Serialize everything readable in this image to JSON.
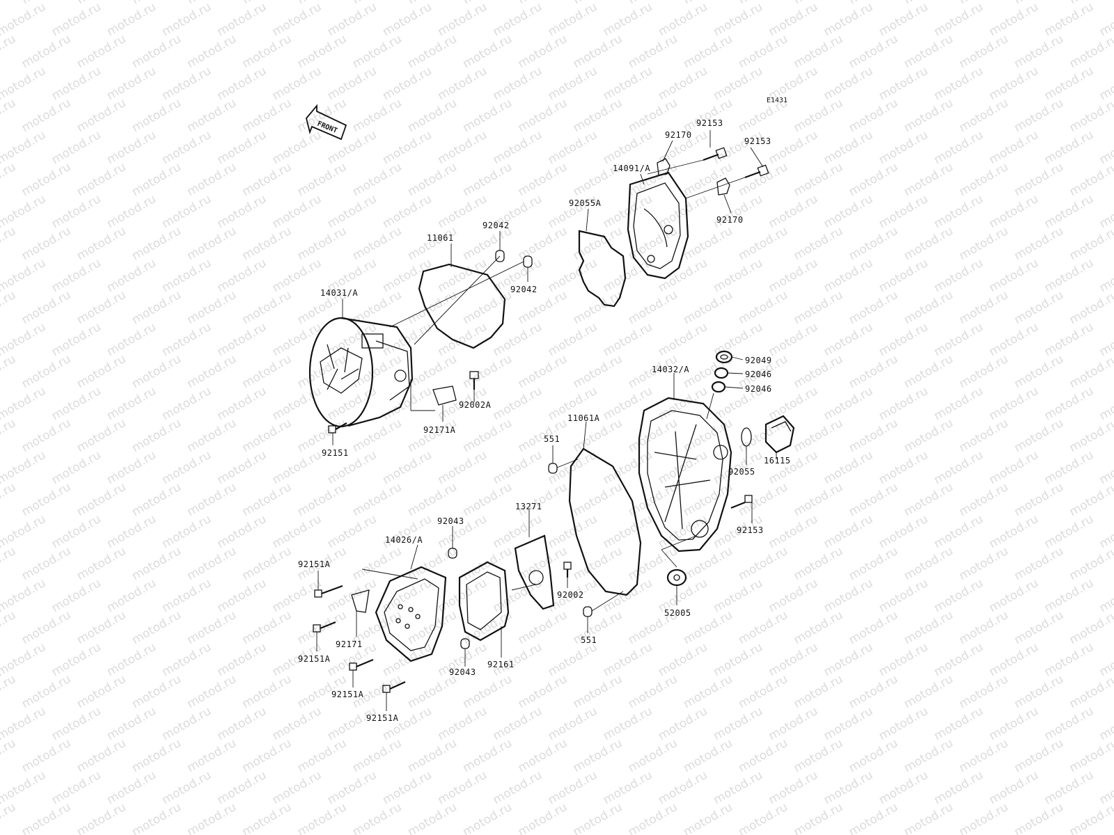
{
  "diagram_code": "E1431",
  "front_label": "FRONT",
  "watermark": "motod.ru",
  "labels": {
    "l92153_top": "92153",
    "l92170_top": "92170",
    "l92153_r": "92153",
    "l14091": "14091/A",
    "l92055A": "92055A",
    "l92170_b": "92170",
    "l11061": "11061",
    "l92042_t": "92042",
    "l92042_b": "92042",
    "l14031": "14031/A",
    "l92002A": "92002A",
    "l92171A": "92171A",
    "l92151": "92151",
    "l92049": "92049",
    "l92046_a": "92046",
    "l92046_b": "92046",
    "l14032": "14032/A",
    "l11061A": "11061A",
    "l551_t": "551",
    "l16115": "16115",
    "l92055": "92055",
    "l92153_b": "92153",
    "l13271": "13271",
    "l92043_t": "92043",
    "l14026": "14026/A",
    "l92151A_1": "92151A",
    "l92002": "92002",
    "l52005": "52005",
    "l551_b": "551",
    "l92171": "92171",
    "l92151A_2": "92151A",
    "l92161": "92161",
    "l92043_b": "92043",
    "l92151A_3": "92151A",
    "l92151A_4": "92151A"
  }
}
